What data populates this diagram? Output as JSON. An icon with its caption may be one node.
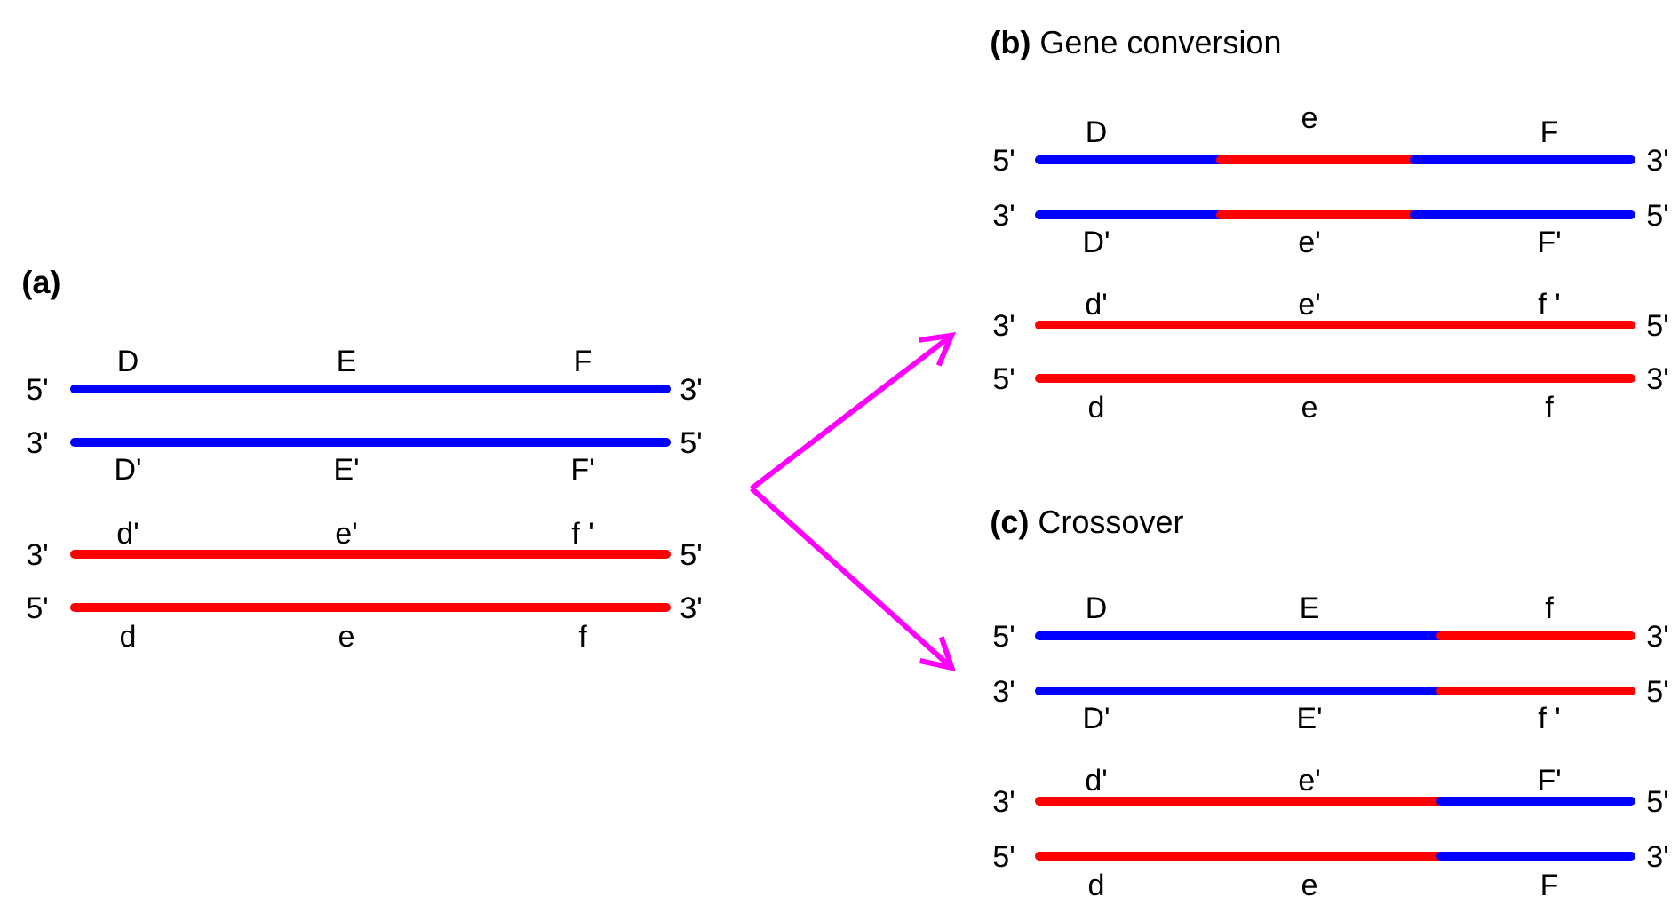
{
  "diagram": {
    "nodes": [
      {
        "text": [
          "**(b)** Gene conversion"
        ]
      },
      {
        "text": [
          "**(c)** Crossover"
        ]
      }
    ],
    "edges": [
      {
        "from": null,
        "to": 0,
        "arrow": "to"
      },
      {
        "from": null,
        "to": 1,
        "arrow": "to"
      }
    ],
    "labels": [
      "(a)",
      "D",
      "E",
      "F",
      "5'",
      "3'",
      "3'",
      "5'",
      "D'",
      "E'",
      "F'",
      "d'",
      "e'",
      "f '",
      "3'",
      "5'",
      "5'",
      "3'",
      "d",
      "e",
      "f",
      "D",
      "e",
      "F",
      "5'",
      "3'",
      "3'",
      "5'",
      "D'",
      "e'",
      "F'",
      "d'",
      "e'",
      "f '",
      "3'",
      "5'",
      "5'",
      "3'",
      "d",
      "e",
      "f",
      "D",
      "E",
      "f",
      "5'",
      "3'",
      "3'",
      "5'",
      "D'",
      "E'",
      "f '",
      "d'",
      "e'",
      "F'",
      "3'",
      "5'",
      "5'",
      "3'",
      "d",
      "e",
      "F"
    ]
  }
}
